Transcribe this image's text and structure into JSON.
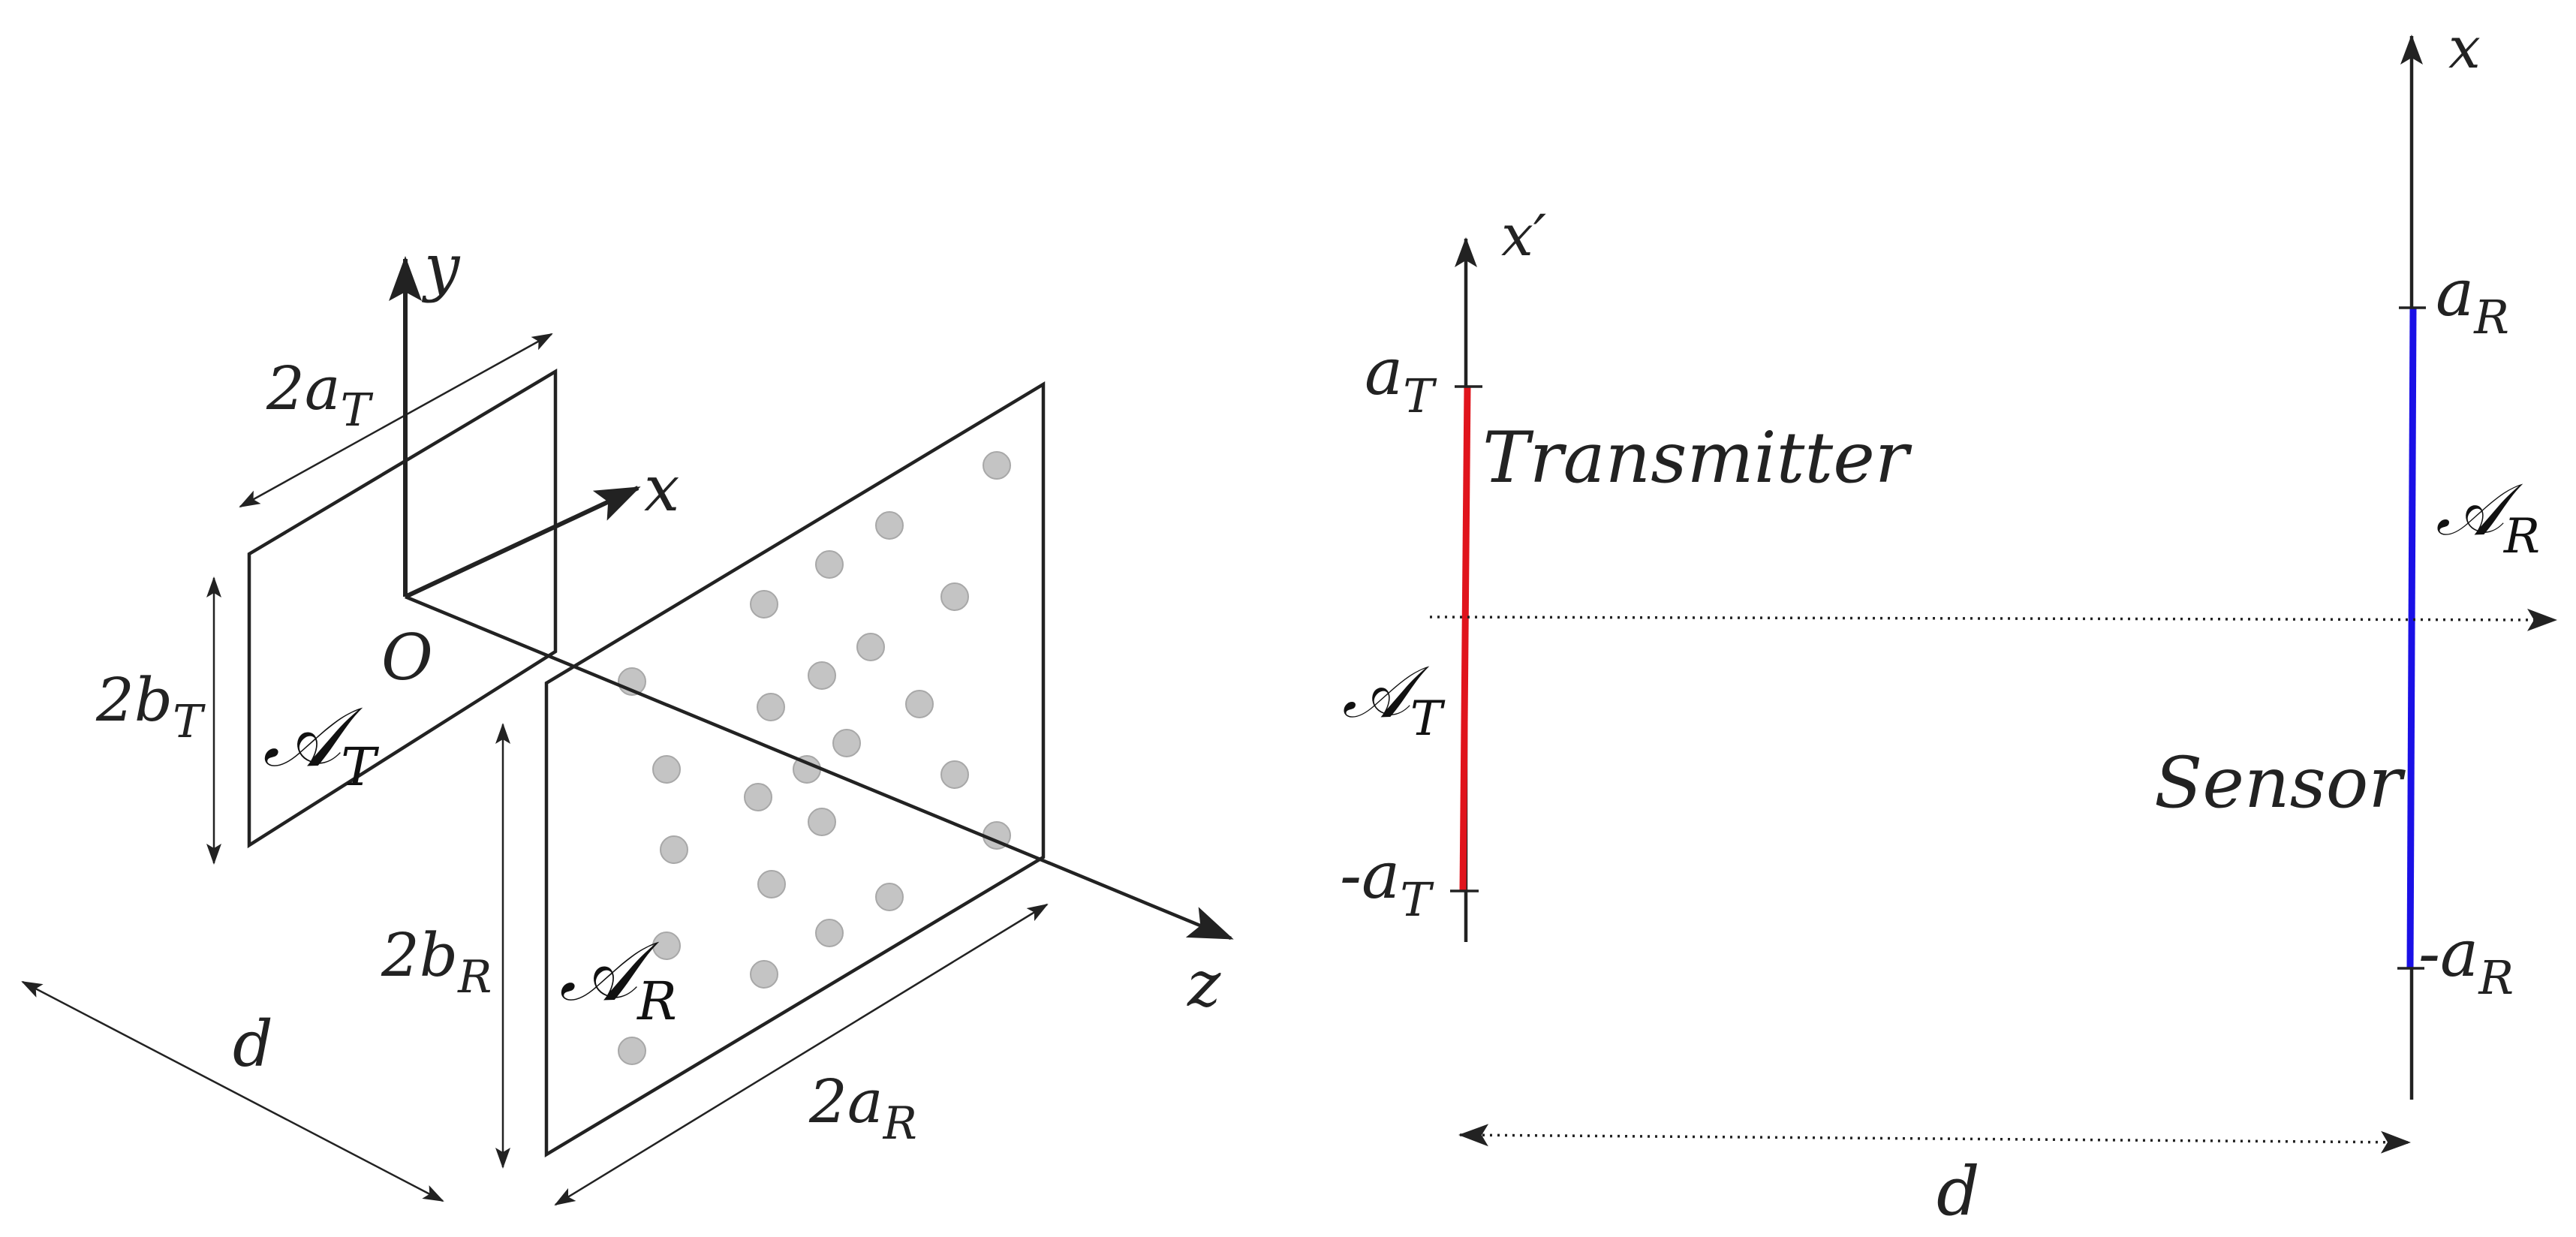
{
  "left_panel": {
    "axis_y": "y",
    "axis_x": "x",
    "axis_z": "z",
    "origin": "O",
    "tx_width": {
      "base": "2a",
      "sub": "T"
    },
    "tx_height": {
      "base": "2b",
      "sub": "T"
    },
    "tx_aperture": {
      "base": "𝒜",
      "sub": "T"
    },
    "rx_width": {
      "base": "2a",
      "sub": "R"
    },
    "rx_height": {
      "base": "2b",
      "sub": "R"
    },
    "rx_aperture": {
      "base": "𝒜",
      "sub": "R"
    },
    "distance": "d"
  },
  "right_panel": {
    "tx_axis": "x′",
    "rx_axis": "x",
    "tx_top": {
      "base": "a",
      "sub": "T"
    },
    "tx_bottom": {
      "base": "-a",
      "sub": "T"
    },
    "tx_aperture": {
      "base": "𝒜",
      "sub": "T"
    },
    "tx_name": "Transmitter",
    "rx_top": {
      "base": "a",
      "sub": "R"
    },
    "rx_bottom": {
      "base": "-a",
      "sub": "R"
    },
    "rx_aperture": {
      "base": "𝒜",
      "sub": "R"
    },
    "rx_name": "Sensor",
    "distance": "d"
  },
  "colors": {
    "line": "#222222",
    "transmitter": "#e0141c",
    "sensor": "#1a10e6",
    "sensor_dots": "#c4c4c4"
  }
}
